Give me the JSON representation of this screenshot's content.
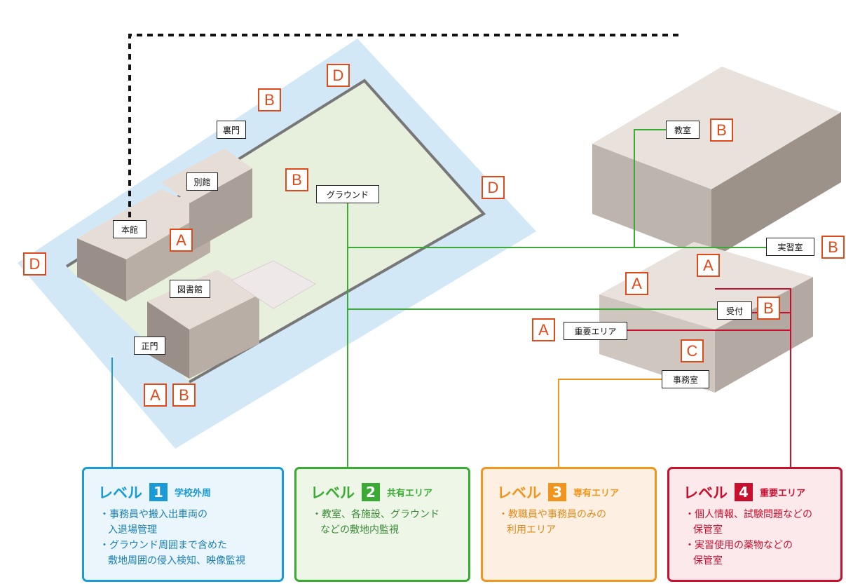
{
  "labels": {
    "ura_mon": "裏門",
    "bekkan": "別館",
    "honkan": "本館",
    "toshokan": "図書館",
    "sei_mon": "正門",
    "ground": "グラウンド",
    "kyoshitsu": "教室",
    "jisshushitsu": "実習室",
    "uketsuke": "受付",
    "juyo_area": "重要エリア",
    "jimushitsu": "事務室"
  },
  "zones": {
    "d_top": "D",
    "b_top": "B",
    "b_ground": "B",
    "d_right": "D",
    "a_honkan": "A",
    "d_left": "D",
    "a_gate": "A",
    "b_gate": "B",
    "b_kyoshitsu": "B",
    "b_jisshu": "B",
    "a_jisshu": "A",
    "a_bldg": "A",
    "b_uketsuke": "B",
    "a_juyo": "A",
    "c_jimu": "C"
  },
  "levels": [
    {
      "word": "レベル",
      "number": "1",
      "subtitle": "学校外周",
      "items": [
        {
          "first": "・事務員や搬入出車両の",
          "cont": "入退場管理"
        },
        {
          "first": "・グラウンド周囲まで含めた",
          "cont": "敷地周囲の侵入検知、映像監視"
        }
      ]
    },
    {
      "word": "レベル",
      "number": "2",
      "subtitle": "共有エリア",
      "items": [
        {
          "first": "・教室、各施設、グラウンド",
          "cont": "などの敷地内監視"
        }
      ]
    },
    {
      "word": "レベル",
      "number": "3",
      "subtitle": "専有エリア",
      "items": [
        {
          "first": "・教職員や事務員のみの",
          "cont": "利用エリア"
        }
      ]
    },
    {
      "word": "レベル",
      "number": "4",
      "subtitle": "重要エリア",
      "items": [
        {
          "first": "・個人情報、試験問題などの",
          "cont": "保管室"
        },
        {
          "first": "・実習使用の薬物などの",
          "cont": "保管室"
        }
      ]
    }
  ],
  "colors": {
    "level1": "#1a9ad6",
    "level2": "#3aaa35",
    "level3": "#f0961e",
    "level4": "#c8102e",
    "zone_marker": "#e04a1a",
    "perimeter_dotted": "#111111",
    "campus_area": "#cfe6f5",
    "ground": "#e8f0e0"
  }
}
